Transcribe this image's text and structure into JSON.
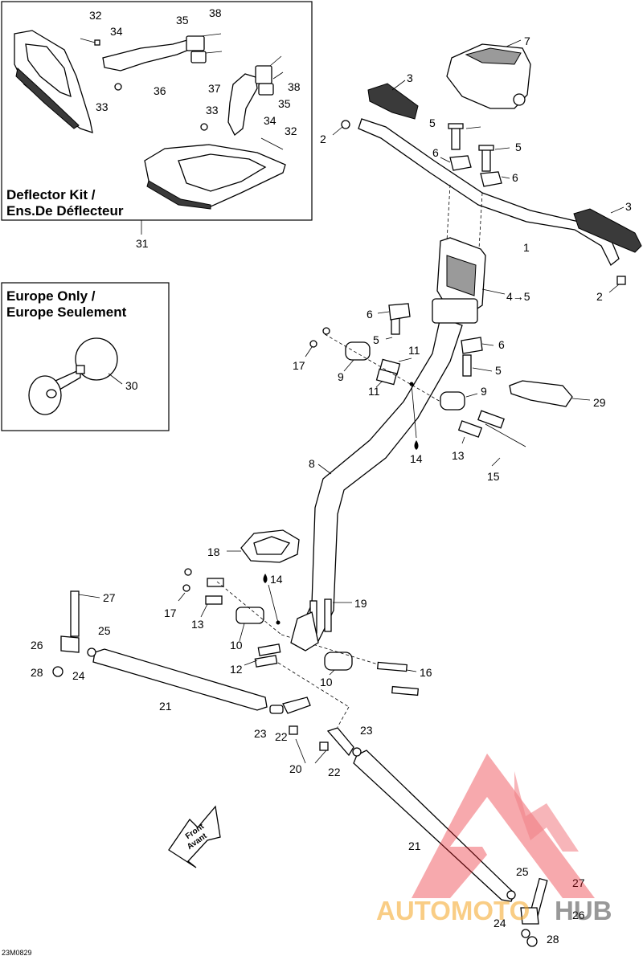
{
  "inset_deflector": {
    "title_line1": "Deflector Kit /",
    "title_line2": "Ens.De Déflecteur",
    "callout": "31",
    "part_numbers": [
      "32",
      "34",
      "35",
      "38",
      "33",
      "36",
      "37",
      "33",
      "38",
      "35",
      "34",
      "32"
    ]
  },
  "inset_europe": {
    "title_line1": "Europe Only /",
    "title_line2": "Europe Seulement",
    "part_number": "30"
  },
  "main_callouts": {
    "n7": "7",
    "n3a": "3",
    "n2a": "2",
    "n5a": "5",
    "n5b": "5",
    "n6a": "6",
    "n6b": "6",
    "n3b": "3",
    "n1": "1",
    "n2b": "2",
    "n45": "4→5",
    "n6c": "6",
    "n5c": "5",
    "n6d": "6",
    "n5d": "5",
    "n17a": "17",
    "n9a": "9",
    "n11a": "11",
    "n11b": "11",
    "n9b": "9",
    "n29": "29",
    "n14a": "14",
    "n13a": "13",
    "n15": "15",
    "n8": "8",
    "n18": "18",
    "n14b": "14",
    "n17b": "17",
    "n13b": "13",
    "n27a": "27",
    "n19": "19",
    "n26a": "26",
    "n25a": "25",
    "n28a": "28",
    "n24a": "24",
    "n10a": "10",
    "n12": "12",
    "n16": "16",
    "n10b": "10",
    "n21a": "21",
    "n23a": "23",
    "n22a": "22",
    "n20": "20",
    "n23b": "23",
    "n22b": "22",
    "n21b": "21",
    "n25b": "25",
    "n27b": "27",
    "n26b": "26",
    "n24b": "24",
    "n28b": "28"
  },
  "front_label": {
    "line1": "Front",
    "line2": "Avant"
  },
  "drawing_ref": "23M0829",
  "watermark": {
    "text_a": "AUTOMOTO",
    "text_b": "HUB",
    "color_red": "#e8202a",
    "color_orange": "#f5a623"
  }
}
